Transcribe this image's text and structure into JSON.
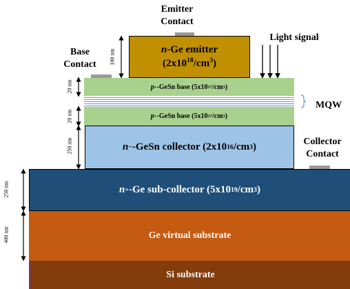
{
  "layers": {
    "emitter": {
      "prefix": "n",
      "suffix": "-Ge emitter",
      "conc_base": "(2x10",
      "conc_exp": "18",
      "conc_tail": "/cm",
      "conc_exp2": "3",
      "conc_end": ")",
      "color": "#c09000"
    },
    "base_top": {
      "prefix": "p",
      "sup": "+",
      "text": "-GeSn base (5x10",
      "exp": "17",
      "tail": "/cm",
      "exp2": "3",
      "end": ")",
      "color": "#a9d18e"
    },
    "base_bottom": {
      "prefix": "p",
      "sup": "+",
      "text": "-GeSn base (5x10",
      "exp": "17",
      "tail": "/cm",
      "exp2": "3",
      "end": ")",
      "color": "#a9d18e"
    },
    "collector": {
      "prefix": "n",
      "sup": "−",
      "text": "-GeSn collector (2x10",
      "exp": "16",
      "tail": "/cm",
      "exp2": "3",
      "end": ")",
      "color": "#9dc3e6"
    },
    "subcollector": {
      "prefix": "n",
      "sup": "+",
      "text": "-Ge sub-collector (5x10",
      "exp": "19",
      "tail": "/cm",
      "exp2": "3",
      "end": ")",
      "color": "#1f4e79"
    },
    "virtual_substrate": {
      "text": "Ge virtual substrate",
      "color": "#c55a11"
    },
    "si_substrate": {
      "text": "Si substrate",
      "color": "#843c0c"
    }
  },
  "labels": {
    "emitter_contact": [
      "Emitter",
      "Contact"
    ],
    "base_contact": [
      "Base",
      "Contact"
    ],
    "collector_contact": [
      "Collector",
      "Contact"
    ],
    "light_signal": "Light signal",
    "mqw": "MQW"
  },
  "dimensions": {
    "emitter": "100 nm",
    "base_top": "20 nm",
    "base_bottom": "20 nm",
    "collector": "250 nm",
    "subcollector": "250 nm",
    "virtual_substrate": "400 nm"
  },
  "colors": {
    "mqw_line": "#5b9bd5",
    "contact": "#9a9a9a",
    "si_border": "#7030a0"
  }
}
